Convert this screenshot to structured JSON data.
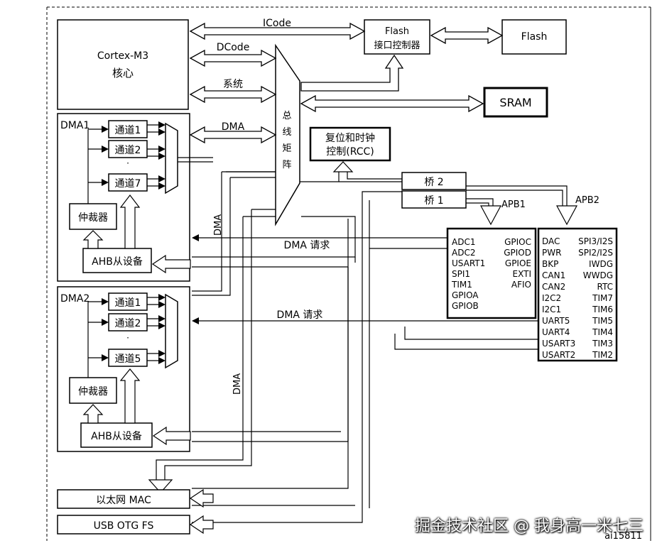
{
  "cpu": {
    "name": "Cortex-M3",
    "sub": "核心"
  },
  "flash_if": {
    "line1": "Flash",
    "line2": "接口控制器"
  },
  "flash": "Flash",
  "sram": "SRAM",
  "rcc": {
    "line1": "复位和时钟",
    "line2": "控制(RCC)"
  },
  "bus_matrix": [
    "总",
    "线",
    "矩",
    "阵"
  ],
  "buses": {
    "icode": "ICode",
    "dcode": "DCode",
    "system": "系统",
    "dma": "DMA"
  },
  "dma1": {
    "title": "DMA1",
    "channels": [
      "通道1",
      "通道2",
      "通道7"
    ],
    "ellipsis": "·",
    "arbiter": "仲裁器",
    "slave": "AHB从设备"
  },
  "dma2": {
    "title": "DMA2",
    "channels": [
      "通道1",
      "通道2",
      "通道5"
    ],
    "ellipsis": "·",
    "arbiter": "仲裁器",
    "slave": "AHB从设备"
  },
  "dma_vertical": "DMA",
  "dma_request": "DMA 请求",
  "bridges": {
    "bridge2": "桥 2",
    "bridge1": "桥 1"
  },
  "apb1": {
    "label": "APB1",
    "col1": [
      "ADC1",
      "ADC2",
      "USART1",
      "SPI1",
      "TIM1",
      "GPIOA",
      "GPIOB"
    ],
    "col2": [
      "GPIOC",
      "GPIOD",
      "GPIOE",
      "EXTI",
      "AFIO"
    ]
  },
  "apb2": {
    "label": "APB2",
    "col1": [
      "DAC",
      "PWR",
      "BKP",
      "CAN1",
      "CAN2",
      "I2C2",
      "I2C1",
      "UART5",
      "UART4",
      "USART3",
      "USART2"
    ],
    "col2": [
      "SPI3/I2S",
      "SPI2/I2S",
      "IWDG",
      "WWDG",
      "RTC",
      "TIM7",
      "TIM6",
      "TIM5",
      "TIM4",
      "TIM3",
      "TIM2"
    ]
  },
  "eth": "以太网 MAC",
  "usb": "USB OTG FS",
  "figure_id": "ai15811",
  "watermark": "掘金技术社区 @ 我身高一米七三"
}
